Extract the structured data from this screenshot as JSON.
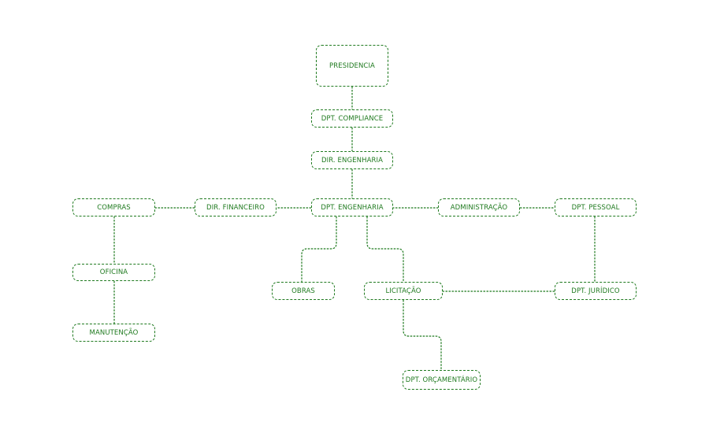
{
  "colors": {
    "stroke": "#1f7a1f",
    "background": "#ffffff"
  },
  "nodes": {
    "presidencia": "PRESIDENCIA",
    "dpt_compliance": "DPT. COMPLIANCE",
    "dir_engenharia": "DIR. ENGENHARIA",
    "dpt_engenharia": "DPT. ENGENHARIA",
    "dir_financeiro": "DIR. FINANCEIRO",
    "compras": "COMPRAS",
    "oficina": "OFICINA",
    "manutencao": "MANUTENÇÃO",
    "administracao": "ADMINISTRAÇÃO",
    "dpt_pessoal": "DPT. PESSOAL",
    "dpt_juridico": "DPT. JURÍDICO",
    "obras": "OBRAS",
    "licitacao": "LICITAÇÃO",
    "dpt_orcamentario": "DPT. ORÇAMENTÁRIO"
  }
}
